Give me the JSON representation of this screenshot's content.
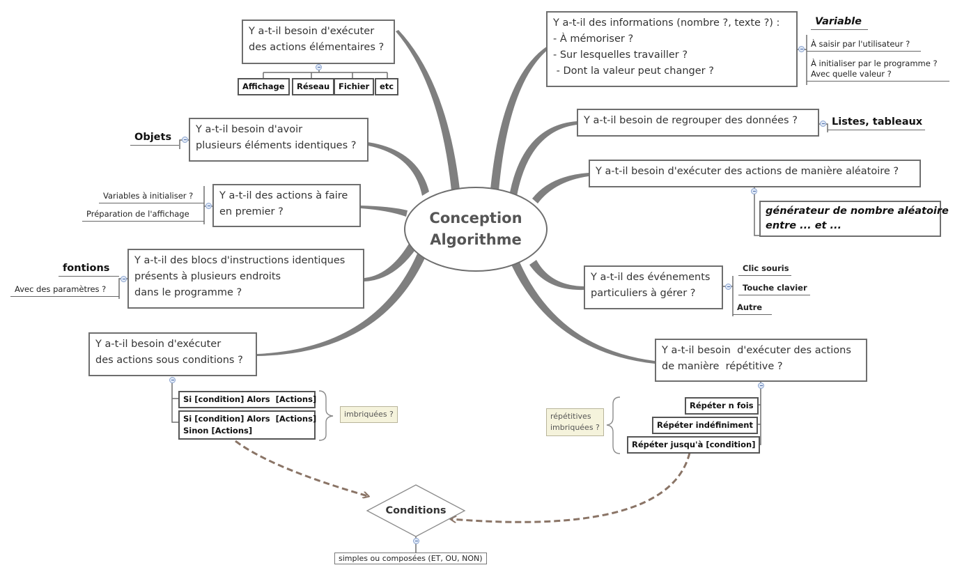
{
  "central_topic": {
    "line1": "Conception",
    "line2": "Algorithme"
  },
  "topics": {
    "executer_elementaire": {
      "lines": [
        "Y a-t-il besoin d'exécuter",
        "des actions élémentaires ?"
      ],
      "children": [
        "Affichage",
        "Réseau",
        "Fichier",
        "etc"
      ]
    },
    "informations": {
      "lines": [
        "Y a-t-il des informations (nombre ?, texte ?) :",
        "- À mémoriser ?",
        "- Sur lesquelles travailler ?",
        " - Dont la valeur peut changer ?"
      ],
      "result": "Variable",
      "details": [
        "À saisir par l'utilisateur ?",
        "À initialiser par le programme ?",
        "Avec quelle valeur ?"
      ]
    },
    "objets": {
      "lines": [
        "Y a-t-il besoin d'avoir",
        "plusieurs éléments identiques ?"
      ],
      "result": "Objets"
    },
    "regrouper": {
      "lines": [
        "Y a-t-il besoin de regrouper des données ?"
      ],
      "result": "Listes, tableaux"
    },
    "premier": {
      "lines": [
        "Y a-t-il des actions à faire",
        "en premier ?"
      ],
      "details": [
        "Variables à initialiser ?",
        "Préparation de l'affichage"
      ]
    },
    "aleatoire": {
      "lines": [
        "Y a-t-il besoin d'exécuter des actions de manière aléatoire ?"
      ],
      "result_lines": [
        "générateur de nombre aléatoire",
        "entre ... et ..."
      ]
    },
    "blocs": {
      "lines": [
        "Y a-t-il des blocs d'instructions identiques",
        "présents à plusieurs endroits",
        "dans le programme ?"
      ],
      "result": "fontions",
      "detail": "Avec des paramètres ?"
    },
    "evenements": {
      "lines": [
        "Y a-t-il des événements",
        "particuliers à gérer ?"
      ],
      "children": [
        "Clic souris",
        "Touche clavier",
        "Autre"
      ]
    },
    "conditions": {
      "lines": [
        "Y a-t-il besoin d'exécuter",
        "des actions sous conditions ?"
      ],
      "child1": "Si [condition] Alors  [Actions]",
      "child2_lines": [
        "Si [condition] Alors  [Actions]",
        "Sinon [Actions]"
      ],
      "note": "imbriquées ?"
    },
    "repetitive": {
      "lines": [
        "Y a-t-il besoin  d'exécuter des actions",
        "de manière  répétitive ?"
      ],
      "children": [
        "Répéter n fois",
        "Répéter indéfiniment",
        "Répéter jusqu'à [condition]"
      ],
      "note_lines": [
        "répétitives",
        "imbriquées ?"
      ]
    }
  },
  "conditions_node": {
    "label": "Conditions",
    "detail": "simples ou composées (ET, OU, NON)"
  },
  "colors": {
    "border": "#6e6e6e",
    "branch": "#7a7a7a",
    "relationship": "#8a7466",
    "note_bg": "#f5f3dc"
  }
}
